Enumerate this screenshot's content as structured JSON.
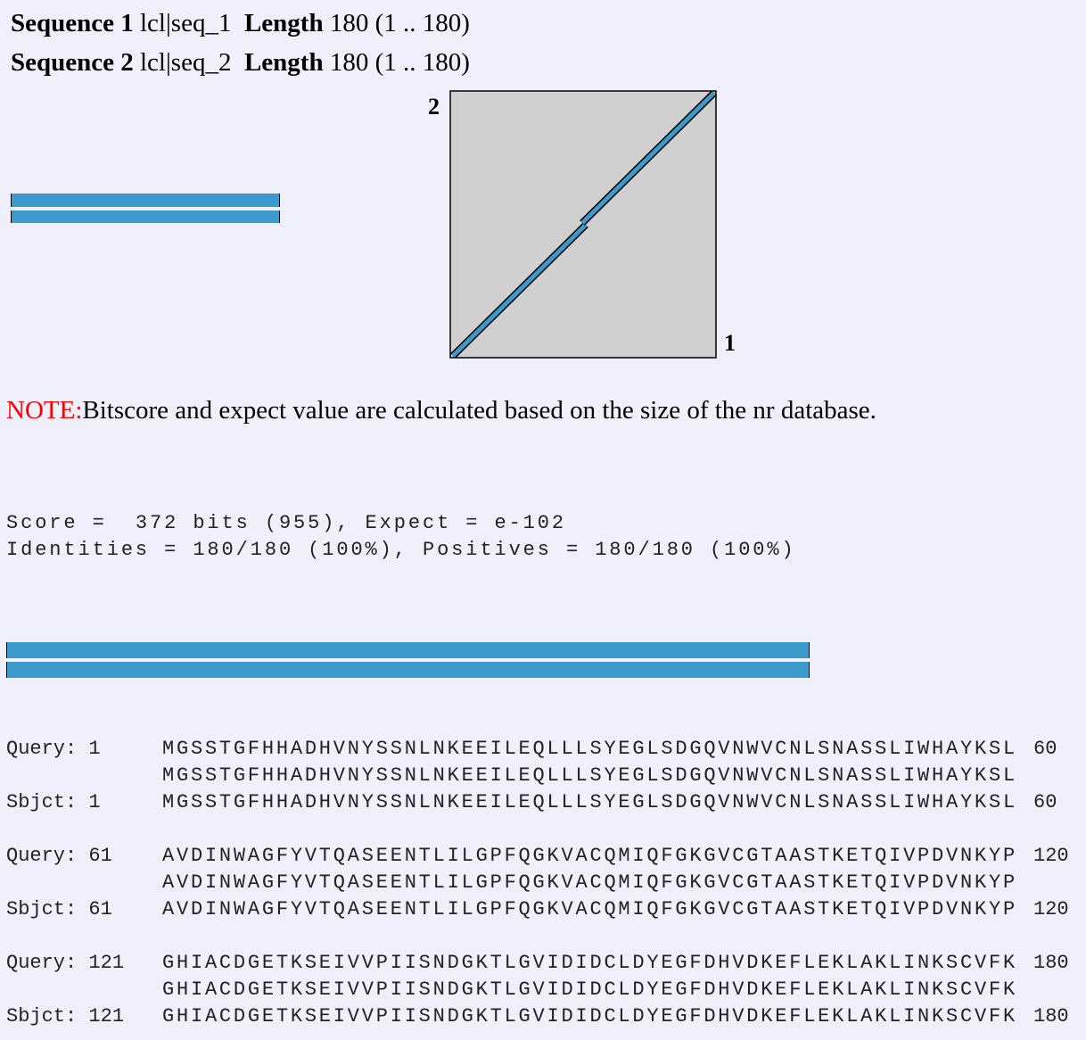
{
  "sequences": [
    {
      "label": "Sequence 1",
      "id": "lcl|seq_1",
      "length_label": "Length",
      "length": "180 (1 .. 180)"
    },
    {
      "label": "Sequence 2",
      "id": "lcl|seq_2",
      "length_label": "Length",
      "length": "180 (1 .. 180)"
    }
  ],
  "dotplot": {
    "y_label": "2",
    "x_label": "1",
    "bar_color": "#3b9acb"
  },
  "note": {
    "prefix": "NOTE:",
    "text": "Bitscore and expect value are calculated based on the size of the nr database."
  },
  "score_line": "Score =  372 bits (955), Expect = e-102",
  "identities_line": "Identities = 180/180 (100%), Positives = 180/180 (100%)",
  "alignment": [
    {
      "q_label": "Query: 1",
      "q_seq": "MGSSTGFHHADHVNYSSNLNKEEILEQLLLSYEGLSDGQVNWVCNLSNASSLIWHAYKSL",
      "q_end": "60",
      "mid": "MGSSTGFHHADHVNYSSNLNKEEILEQLLLSYEGLSDGQVNWVCNLSNASSLIWHAYKSL",
      "s_label": "Sbjct: 1",
      "s_seq": "MGSSTGFHHADHVNYSSNLNKEEILEQLLLSYEGLSDGQVNWVCNLSNASSLIWHAYKSL",
      "s_end": "60"
    },
    {
      "q_label": "Query: 61",
      "q_seq": "AVDINWAGFYVTQASEENTLILGPFQGKVACQMIQFGKGVCGTAASTKETQIVPDVNKYP",
      "q_end": "120",
      "mid": "AVDINWAGFYVTQASEENTLILGPFQGKVACQMIQFGKGVCGTAASTKETQIVPDVNKYP",
      "s_label": "Sbjct: 61",
      "s_seq": "AVDINWAGFYVTQASEENTLILGPFQGKVACQMIQFGKGVCGTAASTKETQIVPDVNKYP",
      "s_end": "120"
    },
    {
      "q_label": "Query: 121",
      "q_seq": "GHIACDGETKSEIVVPIISNDGKTLGVIDIDCLDYEGFDHVDKEFLEKLAKLINKSCVFK",
      "q_end": "180",
      "mid": "GHIACDGETKSEIVVPIISNDGKTLGVIDIDCLDYEGFDHVDKEFLEKLAKLINKSCVFK",
      "s_label": "Sbjct: 121",
      "s_seq": "GHIACDGETKSEIVVPIISNDGKTLGVIDIDCLDYEGFDHVDKEFLEKLAKLINKSCVFK",
      "s_end": "180"
    }
  ]
}
